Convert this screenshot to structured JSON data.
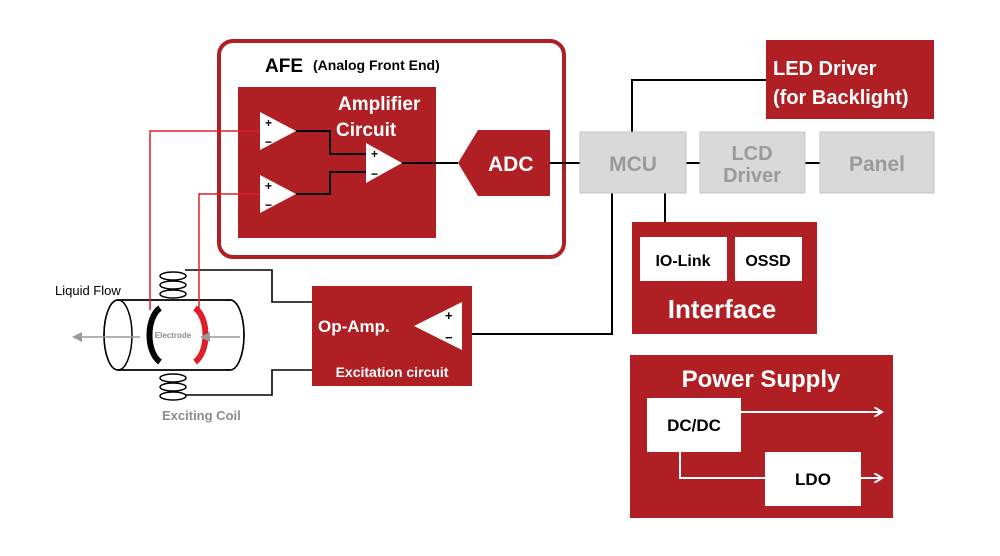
{
  "afe": {
    "title": "AFE",
    "subtitle": "(Analog Front End)"
  },
  "amplifier": {
    "line1": "Amplifier",
    "line2": "Circuit",
    "plus": "+",
    "minus": "−"
  },
  "adc": {
    "label": "ADC"
  },
  "mcu": {
    "label": "MCU"
  },
  "lcd_driver": {
    "line1": "LCD",
    "line2": "Driver"
  },
  "panel": {
    "label": "Panel"
  },
  "led_driver": {
    "line1": "LED Driver",
    "line2": "(for Backlight)"
  },
  "interface": {
    "title": "Interface",
    "io_link": "IO-Link",
    "ossd": "OSSD"
  },
  "excitation": {
    "opamp": "Op-Amp.",
    "caption": "Excitation circuit"
  },
  "power": {
    "title": "Power Supply",
    "dcdc": "DC/DC",
    "ldo": "LDO"
  },
  "sensor": {
    "liquid_flow": "Liquid Flow",
    "electrode": "Electrode",
    "coil": "Exciting Coil"
  },
  "colors": {
    "brand_red": "#b01f24",
    "gray_box": "#d9d9d9",
    "gray_text": "#9a9a9a"
  }
}
